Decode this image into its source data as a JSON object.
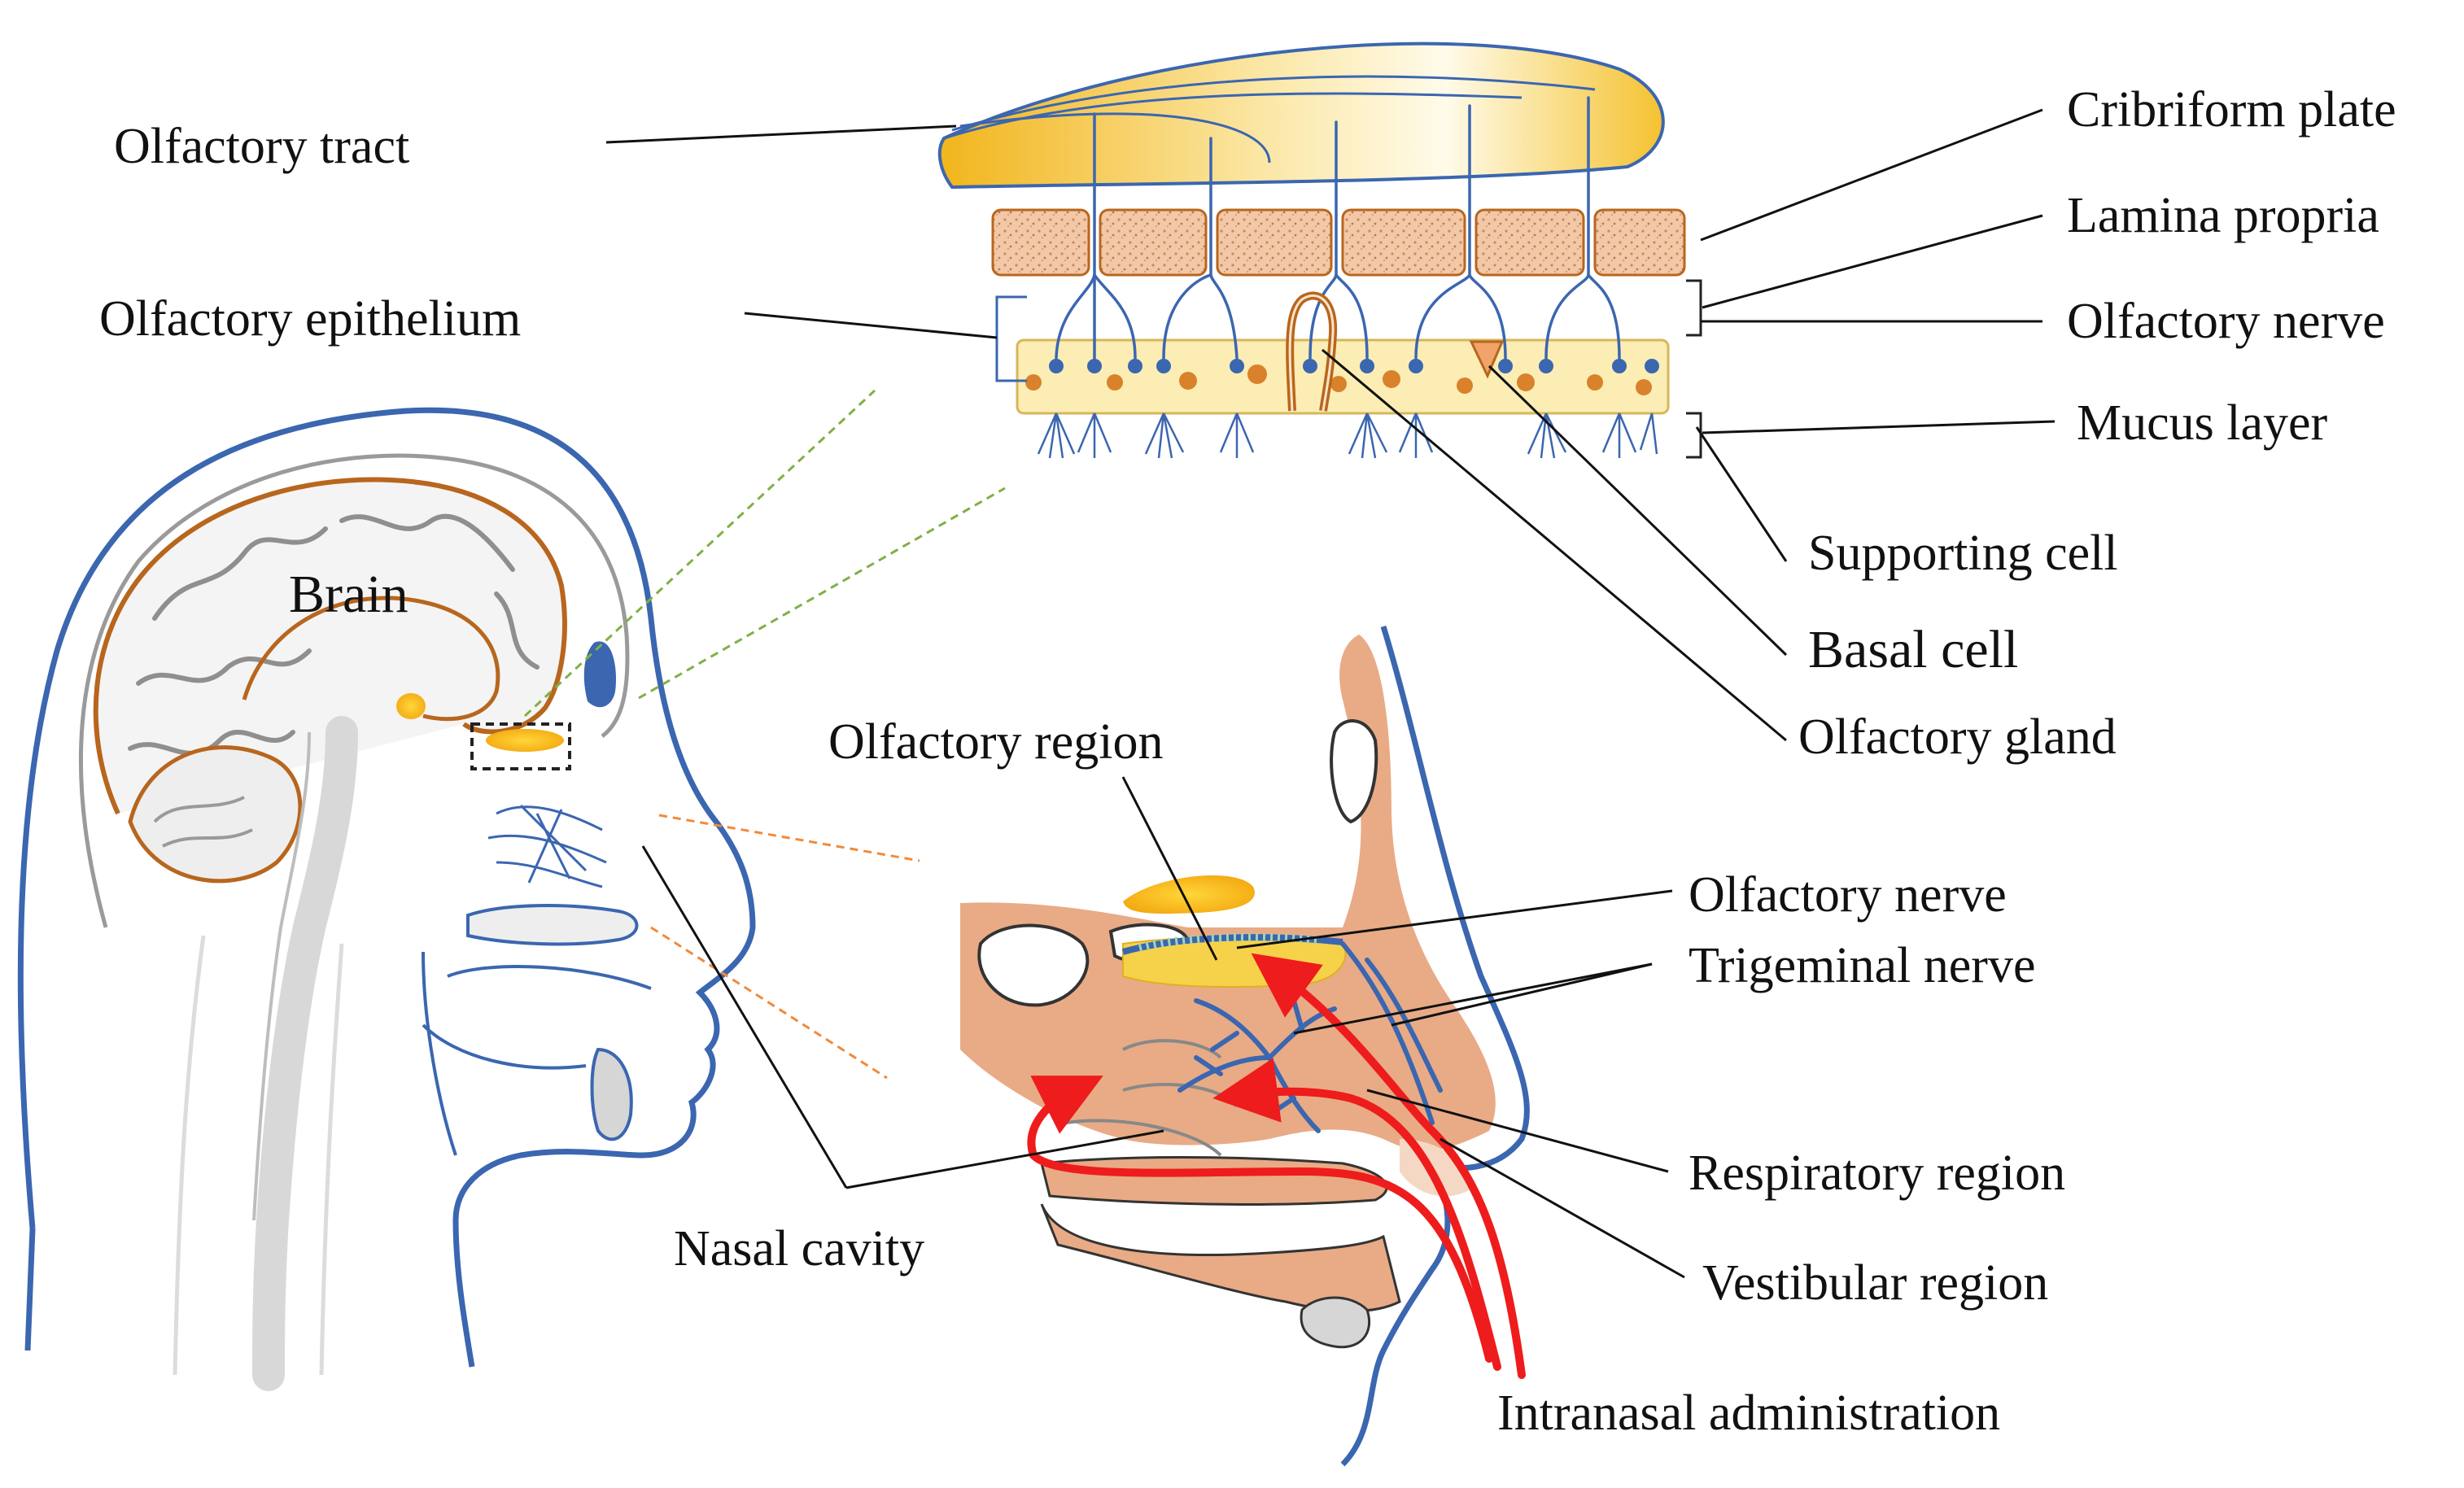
{
  "labels": {
    "olfactory_tract": "Olfactory tract",
    "olfactory_epithelium": "Olfactory epithelium",
    "cribriform_plate": "Cribriform plate",
    "lamina_propria": "Lamina propria",
    "olfactory_nerve_top": "Olfactory nerve",
    "mucus_layer": "Mucus layer",
    "supporting_cell": "Supporting cell",
    "basal_cell": "Basal cell",
    "olfactory_gland": "Olfactory gland",
    "brain": "Brain",
    "olfactory_region": "Olfactory region",
    "olfactory_nerve_bottom": "Olfactory nerve",
    "trigeminal_nerve": "Trigeminal nerve",
    "respiratory_region": "Respiratory region",
    "vestibular_region": "Vestibular region",
    "nasal_cavity": "Nasal cavity",
    "intranasal_administration": "Intranasal administration"
  },
  "colors": {
    "outline_blue": "#3b66b0",
    "brain_orange": "#b8661e",
    "bone_tan": "#e8ab86",
    "bulb_yellow": "#f2c12e",
    "tissue_pink": "#f0c9a8",
    "epithelium_cream": "#fbedb4",
    "arrow_red": "#ee1c1c",
    "guide_green": "#7fb045",
    "guide_orange": "#f08a3c"
  }
}
